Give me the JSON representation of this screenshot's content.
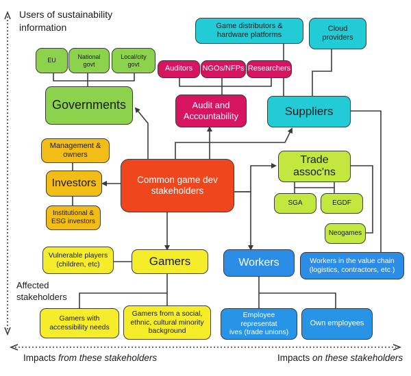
{
  "axis": {
    "top_label": "Users of sustainability information",
    "top_label_line1": "Users of sustainability",
    "top_label_line2": "information",
    "mid_label_line1": "Affected",
    "mid_label_line2": "stakeholders",
    "bottom_left_prefix": "Impacts ",
    "bottom_left_em": "from these stakeholders",
    "bottom_right_prefix": "Impacts ",
    "bottom_right_em": "on these stakeholders"
  },
  "center": {
    "line1": "Common game dev",
    "line2": "stakeholders"
  },
  "governments": {
    "label": "Governments",
    "children": [
      "EU",
      "National govt",
      "Local/city govt"
    ]
  },
  "audit": {
    "line1": "Audit and",
    "line2": "Accountability",
    "children": [
      "Auditors",
      "NGOs/NFPs",
      "Researchers"
    ]
  },
  "suppliers": {
    "label": "Suppliers",
    "distributors_line1": "Game distributors &",
    "distributors_line2": "hardware platforms",
    "cloud_line1": "Cloud",
    "cloud_line2": "providers"
  },
  "investors": {
    "label": "Investors",
    "management_line1": "Management &",
    "management_line2": "owners",
    "institutional_line1": "Institutional &",
    "institutional_line2": "ESG investors"
  },
  "trade": {
    "line1": "Trade",
    "line2": "assoc'ns",
    "children": [
      "SGA",
      "EGDF",
      "Neogames"
    ]
  },
  "gamers": {
    "label": "Gamers",
    "vulnerable_line1": "Vulnerable players",
    "vulnerable_line2": "(children, etc)",
    "accessibility_line1": "Gamers with",
    "accessibility_line2": "accessibility needs",
    "minority_line1": "Gamers from a social,",
    "minority_line2": "ethnic, cultural minority",
    "minority_line3": "background"
  },
  "workers": {
    "label": "Workers",
    "reps_line1": "Employee representat",
    "reps_line2": "ives (trade unions)",
    "own": "Own employees",
    "value_chain_line1": "Workers in the value chain",
    "value_chain_line2": "(logistics, contractors, etc.)"
  },
  "colors": {
    "governments": "#8cd24c",
    "audit": "#d6145f",
    "suppliers": "#22ccd6",
    "center": "#f0461e",
    "gamers": "#f5ec2a",
    "investors": "#f2bd16",
    "trade": "#c2e840",
    "workers": "#2c8de6"
  }
}
